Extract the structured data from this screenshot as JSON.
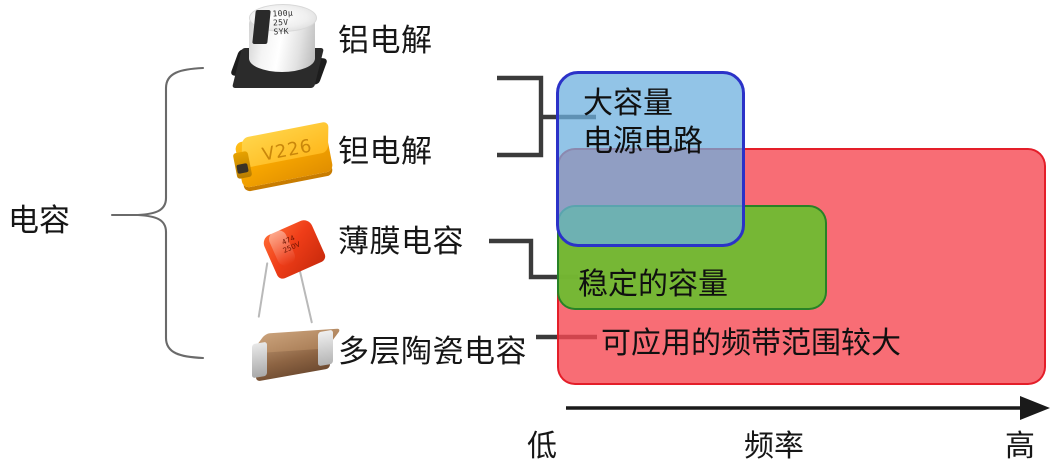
{
  "diagram": {
    "root_label": "电容",
    "types": [
      {
        "id": "aluminum",
        "label": "铝电解",
        "part_markings": [
          "100μ",
          "25V",
          "SYK"
        ]
      },
      {
        "id": "tantalum",
        "label": "钽电解",
        "part_markings": [
          "V226"
        ]
      },
      {
        "id": "film",
        "label": "薄膜电容",
        "part_markings": [
          "474",
          "250V"
        ]
      },
      {
        "id": "ceramic",
        "label": "多层陶瓷电容",
        "part_markings": []
      }
    ],
    "regions": [
      {
        "id": "blue",
        "lines": [
          "大容量",
          "电源电路"
        ],
        "fill": "#6CB0DE",
        "stroke": "#2B32C8"
      },
      {
        "id": "green",
        "lines": [
          "稳定的容量"
        ],
        "fill": "#6ABE30",
        "stroke": "#248026"
      },
      {
        "id": "red",
        "lines": [
          "可应用的频带范围较大"
        ],
        "fill": "#F64953",
        "stroke": "#E41A26"
      }
    ],
    "axis": {
      "name": "频率",
      "low": "低",
      "high": "高"
    }
  }
}
